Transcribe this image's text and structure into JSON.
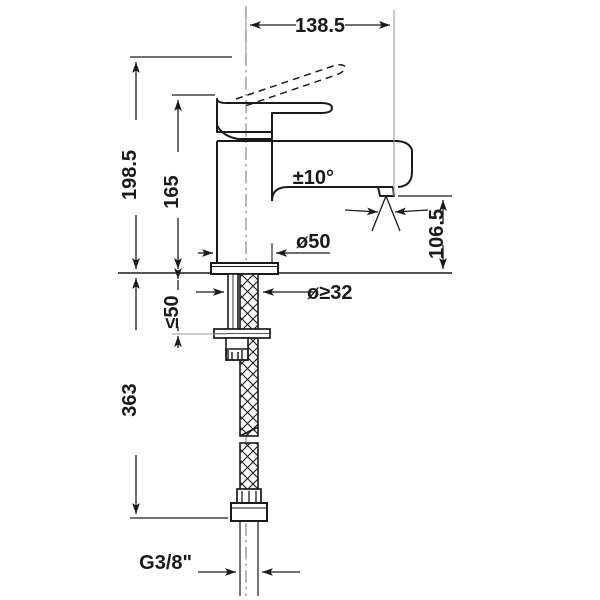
{
  "drawing": {
    "title": "Single lever basin mixer dimension drawing",
    "type": "technical-dimension-drawing",
    "units": "mm",
    "line_color": "#1a1a1a",
    "centerline_color": "#9a9a9a",
    "background": "#ffffff"
  },
  "dimensions": {
    "reach": {
      "label": "138.5",
      "orientation": "horizontal",
      "position": "top",
      "from": "centerline",
      "to": "spout-outlet"
    },
    "total_height": {
      "label": "198.5",
      "orientation": "vertical",
      "position": "left-outer",
      "from": "lever-top",
      "to": "counter-surface"
    },
    "body_height": {
      "label": "165",
      "orientation": "vertical",
      "position": "left-inner",
      "from": "body-top",
      "to": "counter-surface"
    },
    "counter_thickness": {
      "label": "≤50",
      "orientation": "vertical",
      "position": "left-inner",
      "from": "counter-surface",
      "to": "mounting-nut"
    },
    "overall_with_hose": {
      "label": "363",
      "orientation": "vertical",
      "position": "left-outer",
      "from": "counter-surface",
      "to": "hose-end"
    },
    "spout_height": {
      "label": "106.5",
      "orientation": "vertical",
      "position": "right",
      "from": "spout-outlet",
      "to": "counter-surface"
    },
    "base_diameter": {
      "label": "ø50",
      "orientation": "horizontal",
      "position": "base-flange"
    },
    "hole_diameter": {
      "label": "ø≥32",
      "orientation": "horizontal",
      "position": "mounting-hole"
    },
    "swivel_angle": {
      "label": "±10°",
      "orientation": "angular",
      "position": "spout-outlet"
    },
    "thread": {
      "label": "G3/8\"",
      "orientation": "horizontal",
      "position": "hose-connector"
    }
  }
}
